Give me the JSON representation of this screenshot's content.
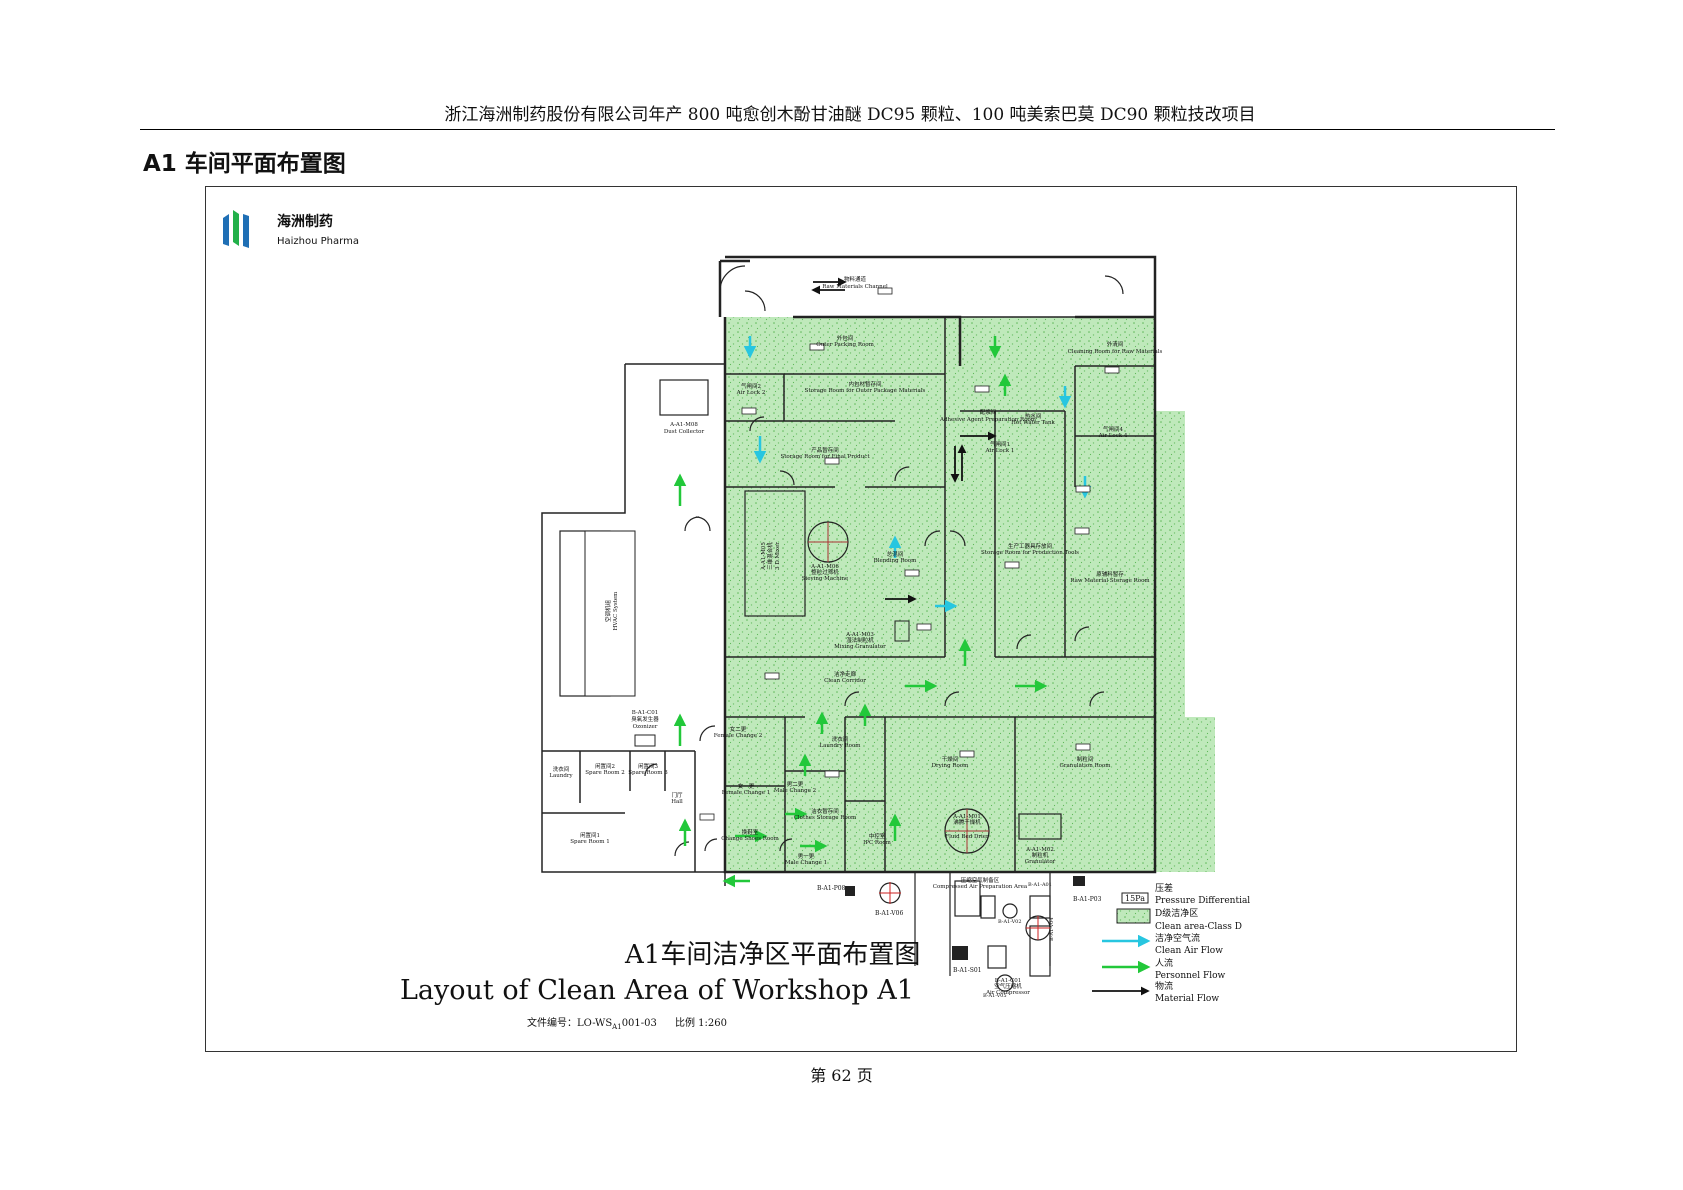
{
  "header": {
    "title": "浙江海洲制药股份有限公司年产 800 吨愈创木酚甘油醚 DC95 颗粒、100 吨美索巴莫 DC90 颗粒技改项目",
    "section": "A1 车间平面布置图"
  },
  "logo": {
    "cn": "海洲制药",
    "en": "Haizhou Pharma"
  },
  "drawing": {
    "title_cn": "A1车间洁净区平面布置图",
    "title_en": "Layout of Clean Area of Workshop  A1",
    "doc_label": "文件编号：LO-WS",
    "doc_sub": "A1",
    "doc_rest": "001-03",
    "scale": "比例  1:260"
  },
  "rooms": {
    "channel": [
      "物料通道",
      "Raw Materials Channel"
    ],
    "outer_packing": [
      "外包间",
      "Outer Packing Room"
    ],
    "storage_outer": [
      "内包材暂存间",
      "Storage Room for Outer Package Materials"
    ],
    "air_lock2": [
      "气闸间2",
      "Air Lock 2"
    ],
    "storage_final": [
      "产品暂存间",
      "Storage Room for Final Product"
    ],
    "cleaning_raw": [
      "外清间",
      "Cleaning Room for Raw Materials"
    ],
    "adhesive": [
      "配浆间",
      "Adhesive Agent Preparation Room"
    ],
    "hot_water": [
      "热水间",
      "Hot Water Tank"
    ],
    "air_lock4": [
      "气闸间4",
      "Air Lock 4"
    ],
    "air_lock1": [
      "气闸间1",
      "Air Lock 1"
    ],
    "blending": [
      "总混间",
      "Blending Room"
    ],
    "storage_production": [
      "生产工器具存放间",
      "Storage Room for Production Tools"
    ],
    "raw_material": [
      "原辅料暂存",
      "Raw Material Storage Room"
    ],
    "clean_corridor": [
      "洁净走廊",
      "Clean Corridor"
    ],
    "drying": [
      "干燥间",
      "Drying Room"
    ],
    "granulation": [
      "制粒间",
      "Granulation Room"
    ],
    "dust": [
      "A-A1-M08",
      "Dust Collector"
    ],
    "hvac": [
      "空调机组",
      "HVAC System"
    ],
    "ozonizer": [
      "B-A1-C01",
      "臭氧发生器",
      "Ozonizer"
    ],
    "laundry": [
      "洗衣间",
      "Laundry"
    ],
    "spare2": [
      "闲置间2",
      "Spare Room 2"
    ],
    "spare3": [
      "闲置间3",
      "Spare Room 3"
    ],
    "hall": [
      "门厅",
      "Hall"
    ],
    "spare1": [
      "闲置间1",
      "Spare Room 1"
    ],
    "change_shoes": [
      "换鞋室",
      "Change Shoes Room"
    ],
    "male_change1": [
      "男一更",
      "Male Change 1"
    ],
    "female_change2": [
      "女二更",
      "Female Change 2"
    ],
    "female_change1": [
      "女一更",
      "Female Change 1"
    ],
    "male_change2": [
      "男二更",
      "Male Change 2"
    ],
    "laundry_room": [
      "洗衣间",
      "Laundry Room"
    ],
    "clothes_storage": [
      "洁衣暂存间",
      "Clothes Storage Room"
    ],
    "ipc": [
      "中控室",
      "IPC Room"
    ],
    "compressed_air": [
      "压缩空气制备区",
      "Compressed Air Preparation Area"
    ],
    "air_compressor": [
      "B-A1-C01",
      "空气压缩机",
      "Air Compressor"
    ],
    "sieving": [
      "A-A1-M06",
      "整粒过筛机",
      "Sieving Machine"
    ],
    "mixer": [
      "A-A1-M05",
      "三维混合机",
      "3 D Mixer"
    ],
    "granulator": [
      "A-A1-M03",
      "湿法制粒机",
      "Mixing Granulator"
    ],
    "drier": [
      "A-A1-M01",
      "沸腾干燥机",
      "Fluid Bed Drier"
    ],
    "granulator2": [
      "A-A1-M02",
      "制粒机",
      "Granulator"
    ]
  },
  "labels": {
    "p08": "B-A1-P08",
    "v06": "B-A1-V06",
    "v02": "B-A1-V02",
    "s01": "B-A1-S01",
    "v05": "B-A1-V05",
    "p03": "B-A1-P03",
    "a01": "B-A1-A01",
    "v04": "B-A1-V04"
  },
  "legend": {
    "pressure_box": "15Pa",
    "pressure_cn": "压差",
    "pressure_en": "Pressure Differential",
    "clean_cn": "D级洁净区",
    "clean_en": "Clean area-Class D",
    "air_cn": "洁净空气流",
    "air_en": "Clean Air Flow",
    "person_cn": "人流",
    "person_en": "Personnel Flow",
    "material_cn": "物流",
    "material_en": "Material Flow"
  },
  "colors": {
    "clean": "#b7e6b3",
    "wall": "#222222",
    "air": "#27c6e0",
    "person": "#22c83a"
  },
  "footer": {
    "page": "第 62 页"
  }
}
